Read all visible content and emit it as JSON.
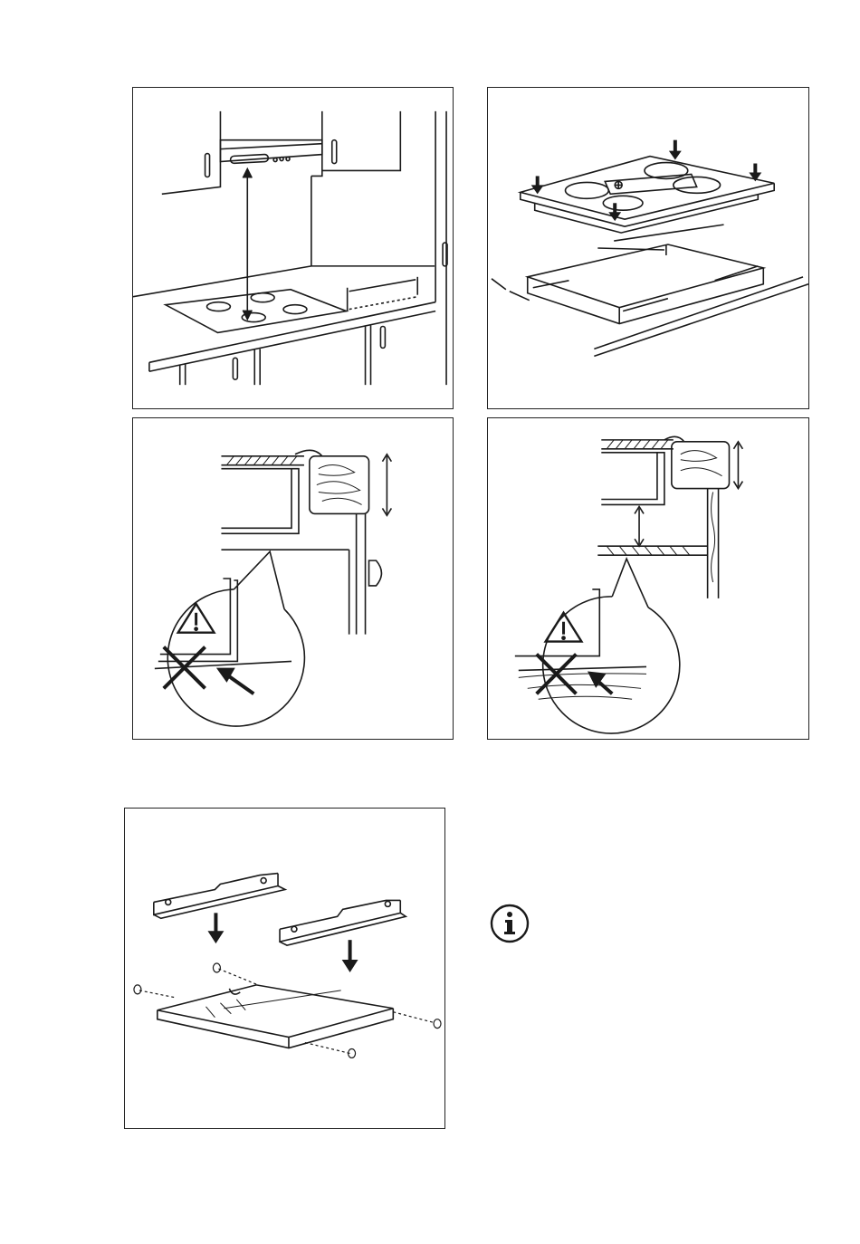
{
  "figures": [
    {
      "id": "hood-distance"
    },
    {
      "id": "hob-insertion"
    },
    {
      "id": "oven-clearance-warning"
    },
    {
      "id": "shelf-clearance-warning"
    },
    {
      "id": "bracket-assembly"
    }
  ],
  "icons": {
    "warning": "warning-triangle-icon",
    "prohibited": "cross-mark-icon",
    "info": "info-icon"
  },
  "colors": {
    "line": "#1a1a1a",
    "background": "#ffffff"
  }
}
